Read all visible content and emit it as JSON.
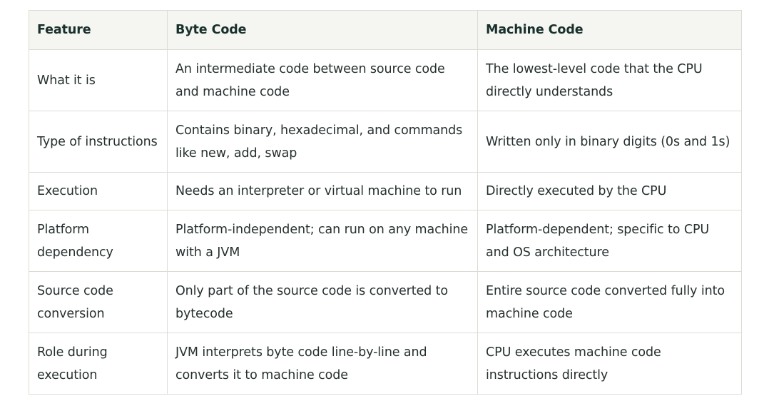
{
  "table": {
    "headers": [
      "Feature",
      "Byte Code",
      "Machine Code"
    ],
    "rows": [
      [
        "What it is",
        "An intermediate code between source code and machine code",
        "The lowest-level code that the CPU directly understands"
      ],
      [
        "Type of instructions",
        "Contains binary, hexadecimal, and commands like new, add, swap",
        "Written only in binary digits (0s and 1s)"
      ],
      [
        "Execution",
        "Needs an interpreter or virtual machine to run",
        "Directly executed by the CPU"
      ],
      [
        "Platform dependency",
        "Platform-independent; can run on any machine with a JVM",
        "Platform-dependent; specific to CPU and OS architecture"
      ],
      [
        "Source code conversion",
        "Only part of the source code is converted to bytecode",
        "Entire source code converted fully into machine code"
      ],
      [
        "Role during execution",
        "JVM interprets byte code line-by-line and converts it to machine code",
        "CPU executes machine code instructions directly"
      ]
    ]
  }
}
